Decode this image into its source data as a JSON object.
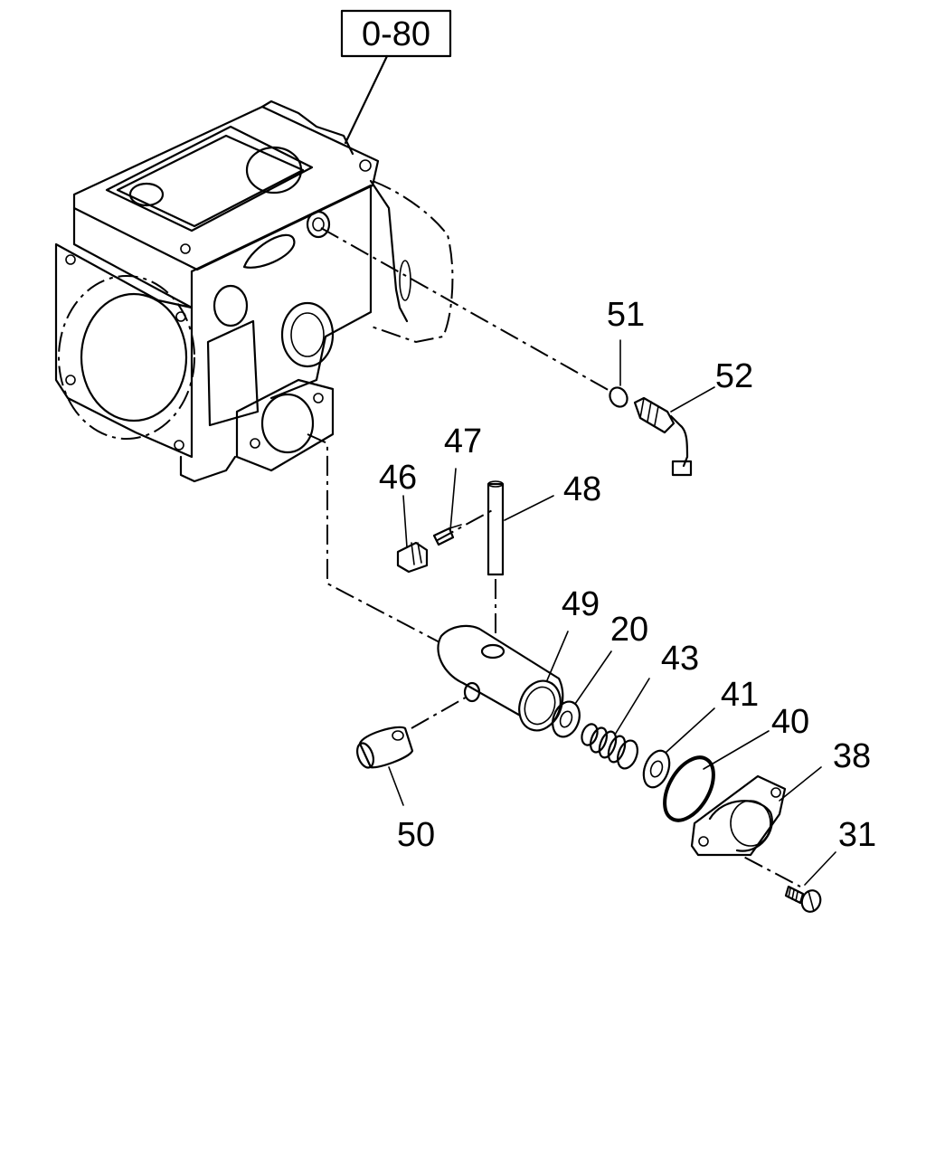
{
  "reference": {
    "code": "0-80"
  },
  "parts": [
    {
      "number": "51"
    },
    {
      "number": "52"
    },
    {
      "number": "47"
    },
    {
      "number": "46"
    },
    {
      "number": "48"
    },
    {
      "number": "49"
    },
    {
      "number": "20"
    },
    {
      "number": "43"
    },
    {
      "number": "41"
    },
    {
      "number": "40"
    },
    {
      "number": "38"
    },
    {
      "number": "31"
    },
    {
      "number": "50"
    }
  ]
}
